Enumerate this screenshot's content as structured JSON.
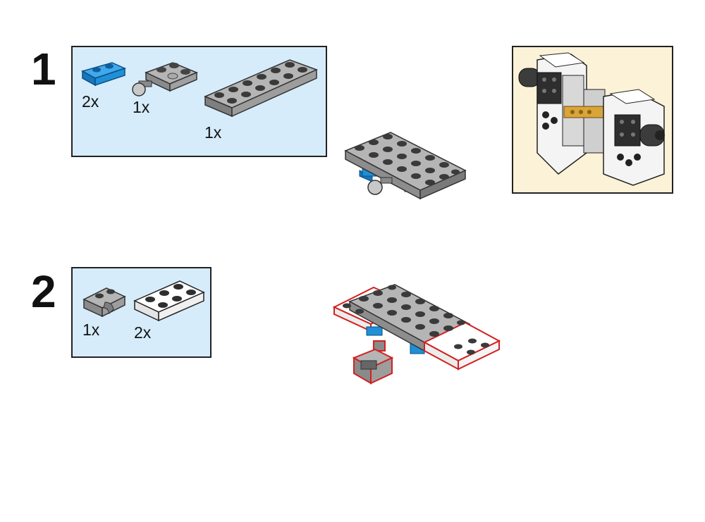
{
  "steps": [
    {
      "number": "1",
      "parts": [
        {
          "qty": "2x",
          "name": "blue-plate-1x2"
        },
        {
          "qty": "1x",
          "name": "gray-plate-2x2-with-ball"
        },
        {
          "qty": "1x",
          "name": "gray-plate-2x6"
        }
      ]
    },
    {
      "number": "2",
      "parts": [
        {
          "qty": "1x",
          "name": "gray-clip-plate"
        },
        {
          "qty": "2x",
          "name": "white-plate-2x3"
        }
      ]
    }
  ],
  "colors": {
    "parts_box_bg": "#d6ecfb",
    "inset_bg": "#fbf2d8",
    "gray_brick": "#9a9a9a",
    "dark_stud": "#3a3a3a",
    "blue_brick": "#1f8fd8",
    "white_brick": "#ffffff",
    "highlight": "#d32020",
    "gold_part": "#d9a43a"
  }
}
